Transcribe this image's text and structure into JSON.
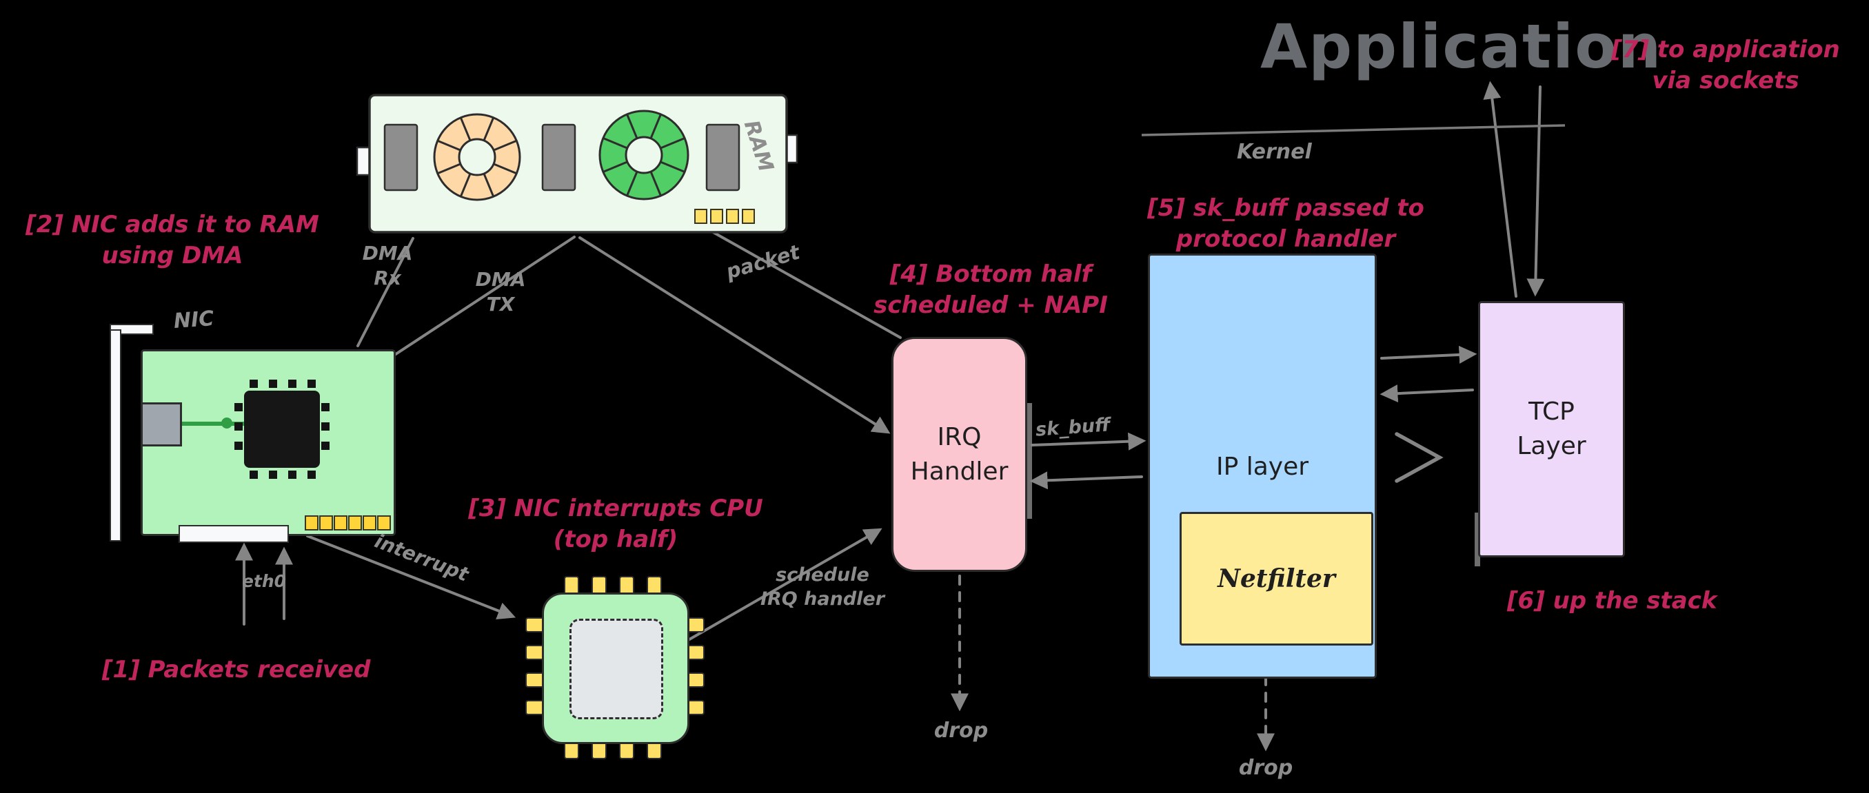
{
  "nodes": {
    "application": {
      "label": "Application"
    },
    "kernel": {
      "label": "Kernel"
    },
    "ram": {
      "label": "RAM"
    },
    "nic": {
      "label": "NIC"
    },
    "irq_handler": {
      "label": [
        "IRQ",
        "Handler"
      ]
    },
    "ip_layer": {
      "label": "IP layer"
    },
    "netfilter": {
      "label": "Netfilter"
    },
    "tcp_layer": {
      "label": [
        "TCP",
        "Layer"
      ]
    }
  },
  "wire_labels": {
    "dma_rx": [
      "DMA",
      "Rx"
    ],
    "dma_tx": [
      "DMA",
      "TX"
    ],
    "packet": "packet",
    "interrupt": "interrupt",
    "schedule": [
      "schedule",
      "IRQ handler"
    ],
    "sk_buff": "sk_buff",
    "eth0": "eth0",
    "drop_irq": "drop",
    "drop_netfilter": "drop"
  },
  "annotations": {
    "step1": "[1] Packets received",
    "step2": [
      "[2] NIC adds it to RAM",
      "using DMA"
    ],
    "step3": [
      "[3] NIC interrupts CPU",
      "(top half)"
    ],
    "step4": [
      "[4] Bottom half",
      "scheduled + NAPI"
    ],
    "step5": [
      "[5] sk_buff passed to",
      "protocol handler"
    ],
    "step6": "[6] up the stack",
    "step7": [
      "[7] to application",
      "via sockets"
    ]
  },
  "colors": {
    "background": "#000000",
    "annotation": "#c2255c",
    "wire": "#858585",
    "irq_fill": "#fbc6d0",
    "ip_fill": "#a8d8ff",
    "netfilter_fill": "#ffec99",
    "tcp_fill": "#eed9fa",
    "nic_pcb_fill": "#b2f2bb",
    "ram_fill": "#ecf9ec",
    "ring_orange": "#ffd8a8",
    "ring_green": "#51cf66",
    "cpu_fill": "#b2f2bb"
  }
}
